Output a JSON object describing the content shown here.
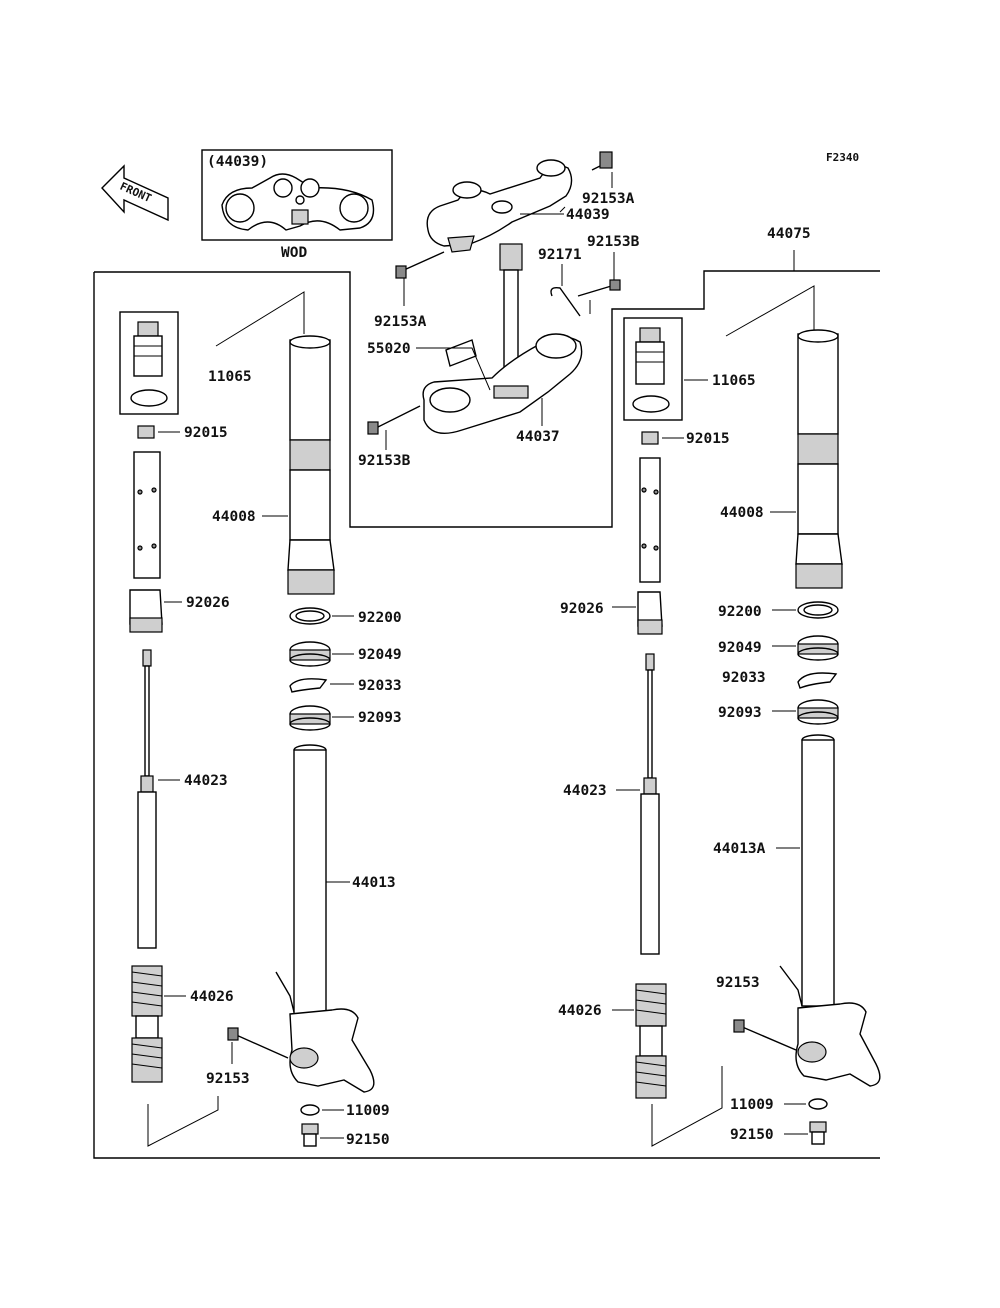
{
  "figure_code": "F2340",
  "front_label": "FRONT",
  "inset": {
    "ref": "(44039)",
    "variant": "WOD"
  },
  "assembly_ref": "44075",
  "callouts": {
    "top_bolt_a_upper": "92153A",
    "top_bracket": "44039",
    "bolt_b_upper": "92153B",
    "clip": "92171",
    "top_bolt_a_lower": "92153A",
    "label": "55020",
    "steering_stem": "44037",
    "bolt_b_lower": "92153B",
    "left_cap": "11065",
    "left_nut": "92015",
    "left_outer_tube": "44008",
    "left_collar": "92026",
    "left_bushing_ring": "92200",
    "left_seal": "92049",
    "left_clip": "92033",
    "left_dust_seal": "92093",
    "left_damper_rod": "44023",
    "left_inner_tube": "44013",
    "left_spring": "44026",
    "left_bolt": "92153",
    "left_gasket": "11009",
    "left_drain_bolt": "92150",
    "right_cap": "11065",
    "right_nut": "92015",
    "right_outer_tube": "44008",
    "right_collar": "92026",
    "right_bushing_ring": "92200",
    "right_seal": "92049",
    "right_clip": "92033",
    "right_dust_seal": "92093",
    "right_damper_rod": "44023",
    "right_inner_tube": "44013A",
    "right_bolt": "92153",
    "right_spring": "44026",
    "right_gasket": "11009",
    "right_drain_bolt": "92150"
  }
}
